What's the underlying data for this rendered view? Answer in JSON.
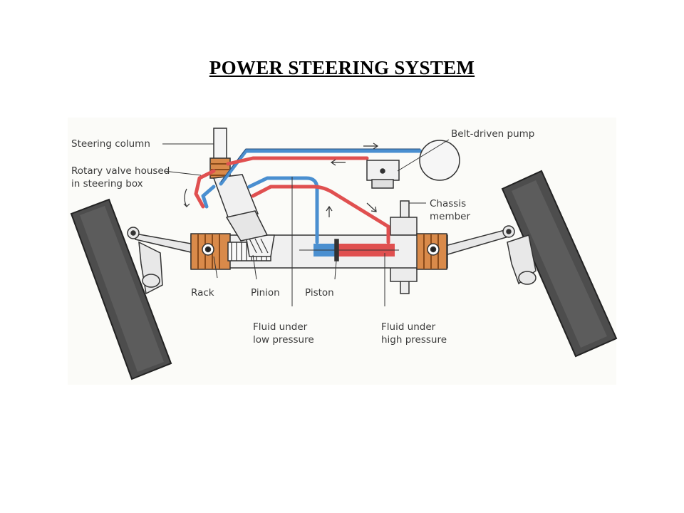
{
  "title": "POWER STEERING SYSTEM",
  "labels": {
    "steering_column": "Steering column",
    "rotary_valve_1": "Rotary valve housed",
    "rotary_valve_2": "in steering box",
    "belt_driven_pump": "Belt-driven pump",
    "chassis_1": "Chassis",
    "chassis_2": "member",
    "rack": "Rack",
    "pinion": "Pinion",
    "piston": "Piston",
    "low_1": "Fluid under",
    "low_2": "low pressure",
    "high_1": "Fluid under",
    "high_2": "high pressure"
  },
  "colors": {
    "low_pressure": "#4a8fd0",
    "high_pressure": "#e05050",
    "housing": "#d98a4a",
    "tyre": "#4a4a4a",
    "line": "#2a2a2a"
  }
}
